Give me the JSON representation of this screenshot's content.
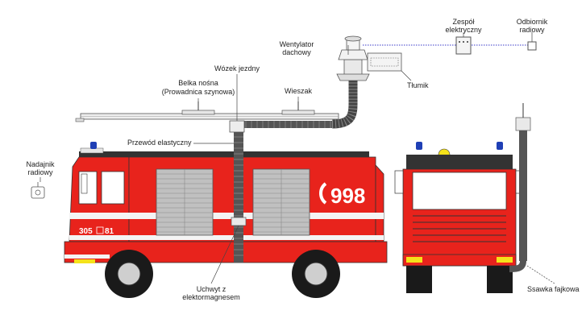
{
  "labels": {
    "zespol_line1": "Zespół",
    "zespol_line2": "elektryczny",
    "odbiornik_line1": "Odbiornik",
    "odbiornik_line2": "radiowy",
    "wentylator_line1": "Wentylator",
    "wentylator_line2": "dachowy",
    "tlumik": "Tłumik",
    "wozek": "Wózek jezdny",
    "belka_line1": "Belka nośna",
    "belka_line2": "(Prowadnica szynowa)",
    "wieszak": "Wieszak",
    "przewod": "Przewód elastyczny",
    "nadajnik_line1": "Nadajnik",
    "nadajnik_line2": "radiowy",
    "uchwyt_line1": "Uchwyt z",
    "uchwyt_line2": "elektormagnesem",
    "ssawka": "Ssawka fajkowa"
  },
  "truck": {
    "phone_number": "998",
    "plate_left": "305",
    "plate_right": "81"
  },
  "colors": {
    "truck_red": "#e8231c",
    "stripe": "#f4f4f4",
    "beacon_blue": "#1f3fb5",
    "hose_dark": "#333333",
    "grille": "#b8b8b8",
    "lamp_yellow": "#f5e21a",
    "radio_link": "#3a3ac8"
  }
}
